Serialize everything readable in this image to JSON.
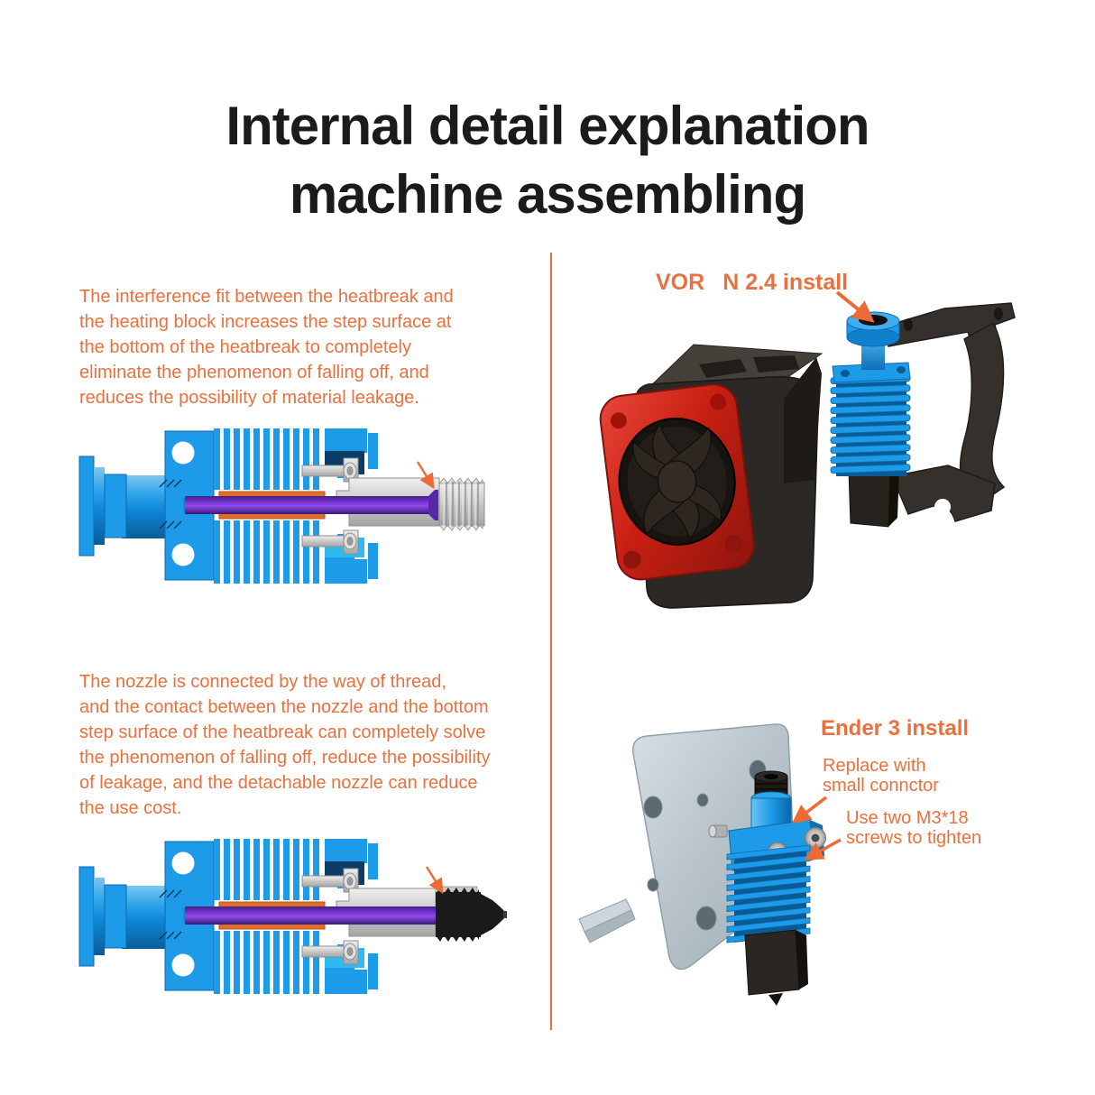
{
  "title": "Internal detail explanation\nmachine assembling",
  "left_column": {
    "heatbreak_paragraph": "The interference fit between the heatbreak and\nthe heating block increases the step surface at\nthe bottom of the heatbreak to completely\neliminate the phenomenon of falling off, and\nreduces the possibility of material leakage.",
    "nozzle_paragraph": "The nozzle is connected by the way of thread,\nand the contact between the nozzle and the bottom\nstep surface of the heatbreak can completely solve\nthe phenomenon of falling off, reduce the possibility\nof leakage, and the detachable nozzle can reduce\nthe use cost."
  },
  "right_column": {
    "voron": {
      "label_prefix": "VOR",
      "label_suffix": "N 2.4 install"
    },
    "ender": {
      "title": "Ender 3 install",
      "connector_note": "Replace with\nsmall connctor",
      "screws_note": "Use two M3*18\nscrews to tighten"
    }
  },
  "icons": {
    "voron_callout_arrow": "diagonal-pointer-arrow",
    "ender_connector_arrow": "diagonal-pointer-arrow",
    "ender_screws_arrow": "diagonal-pointer-arrow",
    "heatbreak_step_arrow": "diagonal-pointer-line",
    "nozzle_thread_arrow": "diagonal-pointer-line"
  },
  "colors": {
    "accent_orange": "#E8713F",
    "arrow_orange": "#ED6A35",
    "title_black": "#1B1B1B",
    "heatsink_blue": "#1D9BE8",
    "heatsink_blue_dark": "#0C6AAE",
    "ptfe_purple": "#7B33D6",
    "sleeve_orange": "#E06E2A",
    "fan_red": "#C41E12",
    "shroud_black": "#2B2826",
    "bracket_brown": "#35302C",
    "plate_gray": "#B7C2C9",
    "steel_silver": "#C9C9C9"
  }
}
